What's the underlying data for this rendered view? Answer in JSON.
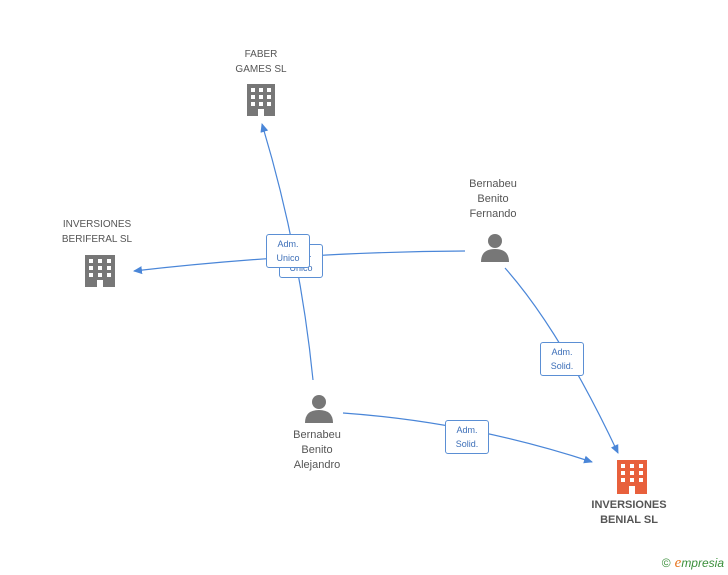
{
  "colors": {
    "edge": "#4a86d8",
    "company": "#777777",
    "company_main": "#e8603c",
    "person": "#777777"
  },
  "nodes": {
    "faber": {
      "label1": "FABER",
      "label2": "GAMES SL",
      "icon": "building-icon"
    },
    "beriferal": {
      "label1": "INVERSIONES",
      "label2": "BERIFERAL SL",
      "icon": "building-icon"
    },
    "fernando": {
      "label1": "Bernabeu",
      "label2": "Benito",
      "label3": "Fernando",
      "icon": "person-icon"
    },
    "alejandro": {
      "label1": "Bernabeu",
      "label2": "Benito",
      "label3": "Alejandro",
      "icon": "person-icon"
    },
    "benial": {
      "label1": "INVERSIONES",
      "label2": "BENIAL SL",
      "icon": "building-icon"
    }
  },
  "edges": {
    "unico_back": {
      "line1": "Adm.",
      "line2": "Unico"
    },
    "unico_front": {
      "line1": "Adm.",
      "line2": "Unico"
    },
    "solid_fernando": {
      "line1": "Adm.",
      "line2": "Solid."
    },
    "solid_alejandro": {
      "line1": "Adm.",
      "line2": "Solid."
    }
  },
  "footer": {
    "copyright": "©",
    "brand_initial": "e",
    "brand_rest": "mpresia"
  }
}
